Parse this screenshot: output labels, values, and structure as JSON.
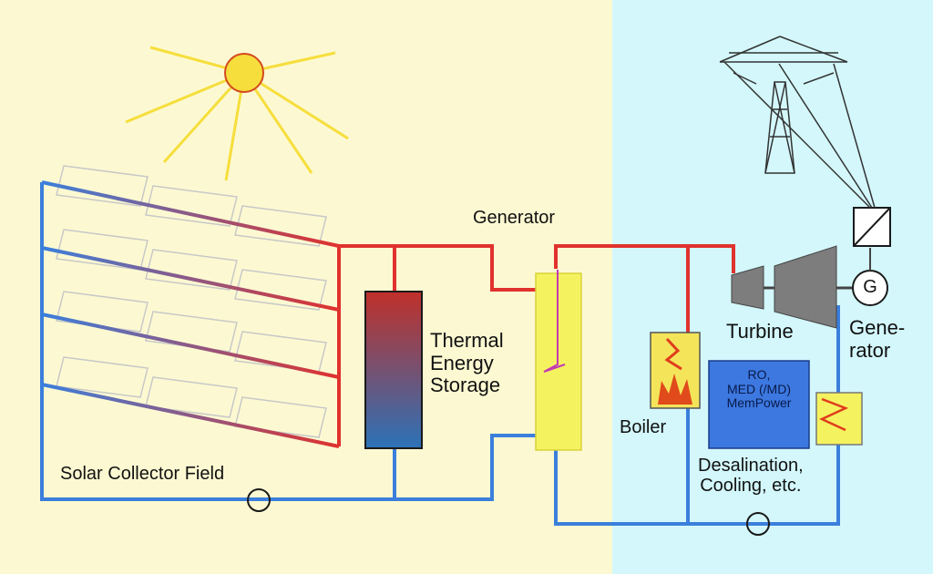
{
  "colors": {
    "solar_background": "#fcf9d2",
    "plant_background": "#d3f7fb",
    "hot_pipe": "#e0322e",
    "cold_pipe": "#3b7fdc",
    "sun": "#f6de3c",
    "storage_hot": "#c0302a",
    "storage_cold": "#2c72b8",
    "heat_exchanger": "#f5f260",
    "desal_box": "#3c78df",
    "collector_outline": "#c8c8c8",
    "turbine": "#7d7d7d"
  },
  "icons": {
    "sun": "sun-icon",
    "collectors": "solar-collector-icon",
    "storage": "storage-tank-icon",
    "heat_exchanger": "heat-exchanger-icon",
    "boiler": "boiler-flame-icon",
    "turbine": "turbine-icon",
    "generator": "generator-icon",
    "transformer": "transformer-icon",
    "pylon": "power-pylon-icon",
    "pump": "pump-icon",
    "desal_hx": "heat-exchanger-icon"
  },
  "labels": {
    "generator_hx": "Generator",
    "thermal_storage": "Thermal\nEnergy\nStorage",
    "solar_field": "Solar Collector Field",
    "turbine": "Turbine",
    "generator_unit": "Gene-\nrator",
    "generator_symbol": "G",
    "boiler": "Boiler",
    "desal_box": "RO,\nMED (/MD)\nMemPower",
    "desalination": "Desalination,\nCooling, etc."
  }
}
